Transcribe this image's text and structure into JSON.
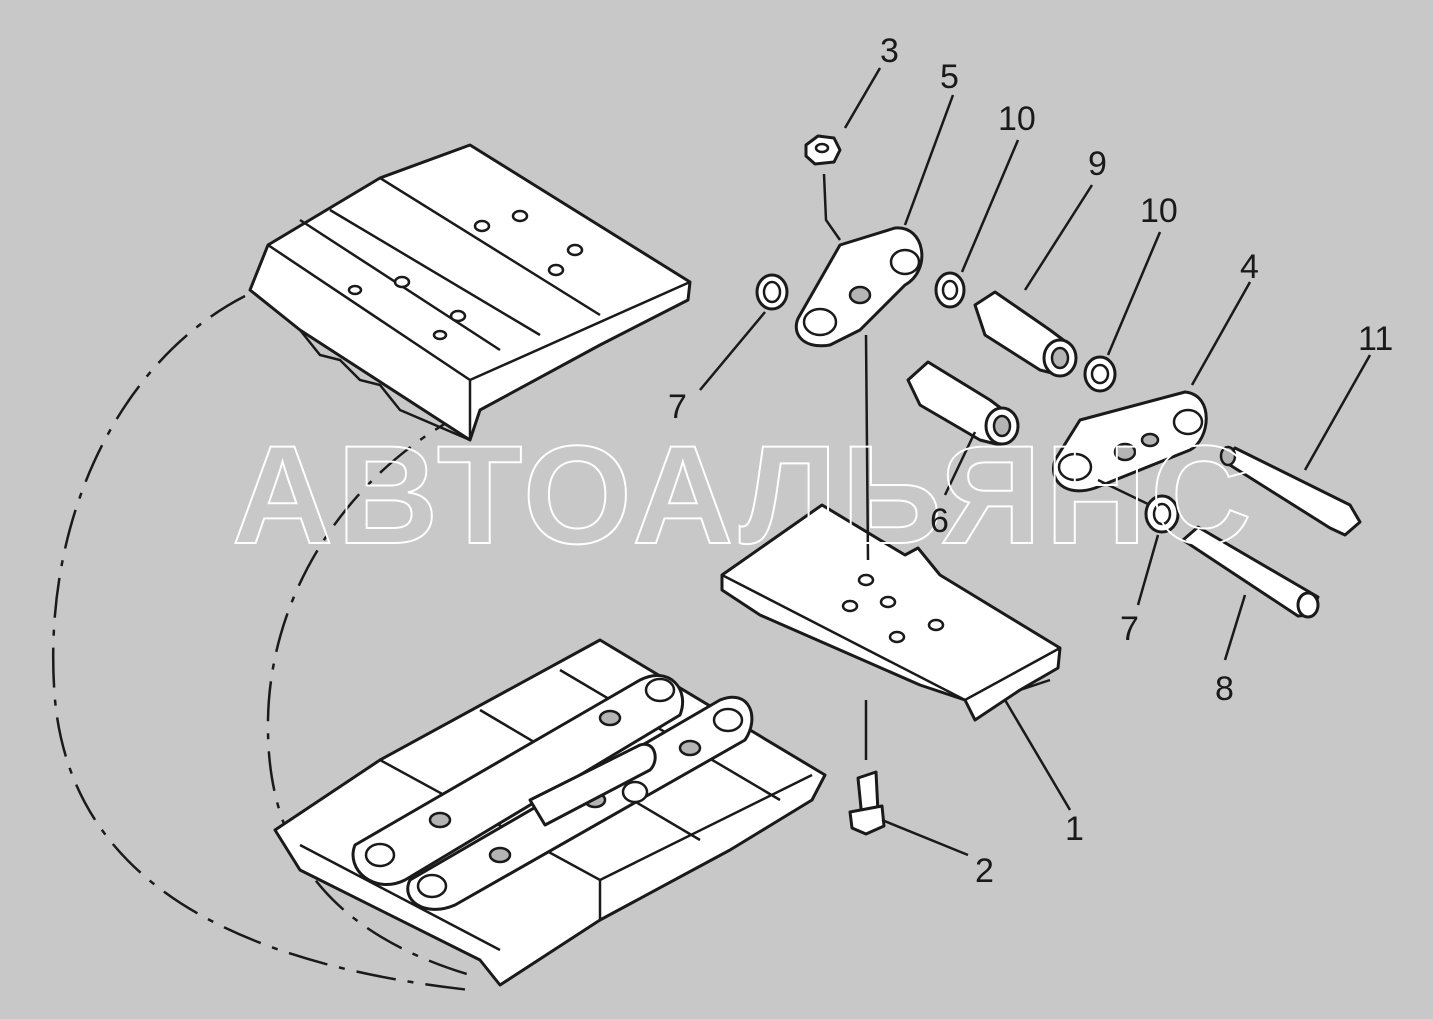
{
  "watermark": "АВТОАЛЬЯНС",
  "callouts": [
    {
      "id": "3",
      "label": "3"
    },
    {
      "id": "5",
      "label": "5"
    },
    {
      "id": "10a",
      "label": "10"
    },
    {
      "id": "9",
      "label": "9"
    },
    {
      "id": "10b",
      "label": "10"
    },
    {
      "id": "4",
      "label": "4"
    },
    {
      "id": "11",
      "label": "11"
    },
    {
      "id": "7a",
      "label": "7"
    },
    {
      "id": "6",
      "label": "6"
    },
    {
      "id": "7b",
      "label": "7"
    },
    {
      "id": "8",
      "label": "8"
    },
    {
      "id": "1",
      "label": "1"
    },
    {
      "id": "2",
      "label": "2"
    }
  ],
  "colors": {
    "background": "#c8c8c8",
    "ink": "#1a1a1a",
    "paper": "#ffffff"
  }
}
